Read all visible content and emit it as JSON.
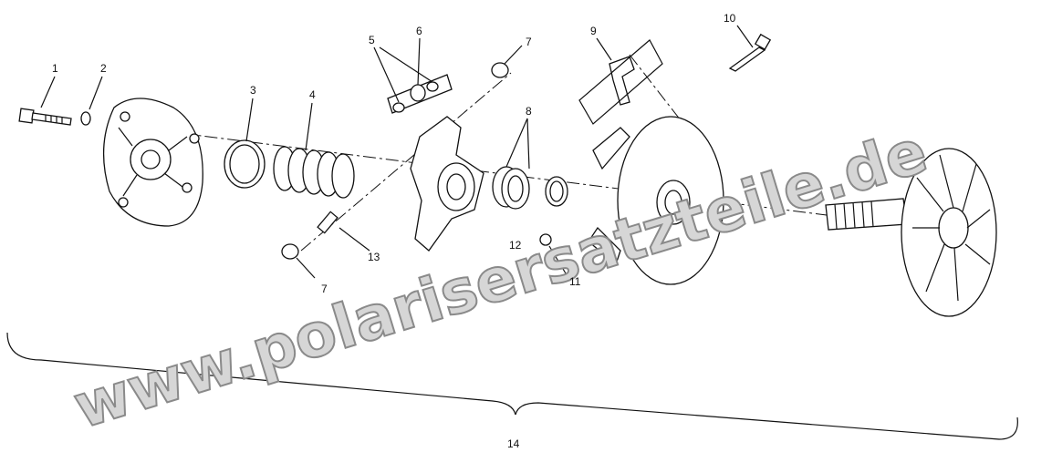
{
  "diagram": {
    "watermark": "www.polarisersatzteile.de",
    "callouts": [
      {
        "id": "1",
        "text": "1"
      },
      {
        "id": "2",
        "text": "2"
      },
      {
        "id": "3",
        "text": "3"
      },
      {
        "id": "4",
        "text": "4"
      },
      {
        "id": "5",
        "text": "5"
      },
      {
        "id": "6",
        "text": "6"
      },
      {
        "id": "7a",
        "text": "7"
      },
      {
        "id": "7b",
        "text": "7"
      },
      {
        "id": "8",
        "text": "8"
      },
      {
        "id": "9",
        "text": "9"
      },
      {
        "id": "10",
        "text": "10"
      },
      {
        "id": "11",
        "text": "11"
      },
      {
        "id": "12",
        "text": "12"
      },
      {
        "id": "13",
        "text": "13"
      },
      {
        "id": "14",
        "text": "14"
      }
    ]
  }
}
